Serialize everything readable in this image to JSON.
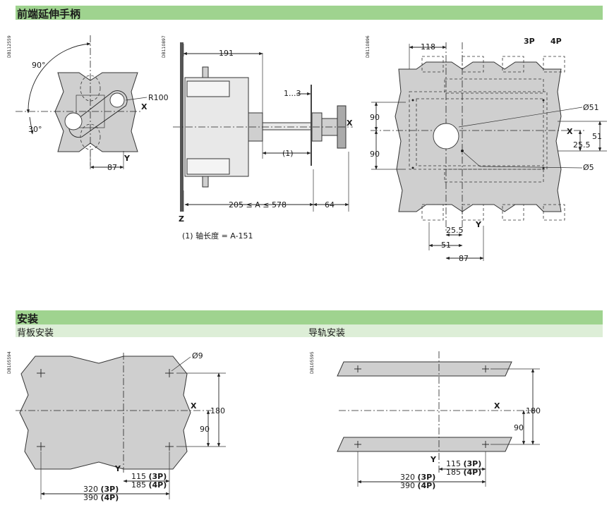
{
  "section1": {
    "title": "前端延伸手柄"
  },
  "section2": {
    "title": "安装",
    "sub_back_plate": "背板安装",
    "sub_rail": "导轨安装"
  },
  "codes": {
    "d1": "DB112559",
    "d2": "DB110897",
    "d3": "DB110896",
    "d4": "DB105594",
    "d5": "DB105595"
  },
  "fig1": {
    "angle_90": "90°",
    "angle_30": "30°",
    "radius": "R100",
    "x": "X",
    "y": "Y",
    "dim_87": "87"
  },
  "fig2": {
    "dim_191": "191",
    "dim_1_3": "1...3",
    "note_ref": "(1)",
    "x": "X",
    "z": "Z",
    "dim_range": "205 ≤ A ≤ 578",
    "dim_64": "64",
    "footnote": "(1) 轴长度 = A-151"
  },
  "fig3": {
    "dim_118": "118",
    "p3": "3P",
    "p4": "4P",
    "d51": "Ø51",
    "d5": "Ø5",
    "dim_90a": "90",
    "dim_90b": "90",
    "x": "X",
    "dim_51": "51",
    "dim_25_5": "25.5",
    "dim_25_5b": "25.5",
    "dim_51b": "51",
    "y": "Y",
    "dim_87": "87"
  },
  "fig4": {
    "d9": "Ø9",
    "x": "X",
    "y": "Y",
    "dim_180": "180",
    "dim_90": "90",
    "w115": "115",
    "w185": "185",
    "p3": "(3P)",
    "p4": "(4P)",
    "w320": "320",
    "w390": "390",
    "p3b": "(3P)",
    "p4b": "(4P)"
  },
  "fig5": {
    "x": "X",
    "y": "Y",
    "dim_180": "180",
    "dim_90": "90",
    "w115": "115",
    "w185": "185",
    "p3": "(3P)",
    "p4": "(4P)",
    "w320": "320",
    "w390": "390",
    "p3b": "(3P)",
    "p4b": "(4P)"
  }
}
